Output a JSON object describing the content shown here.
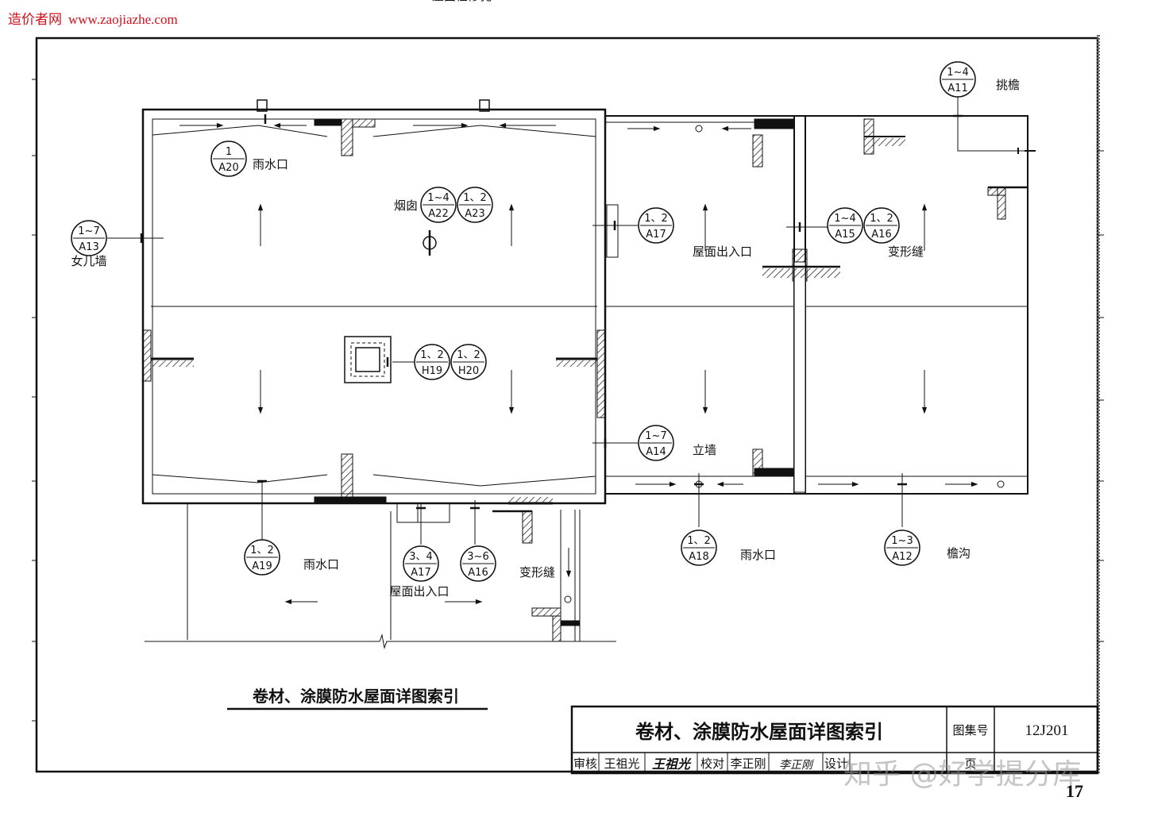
{
  "watermark": {
    "site_name": "造价者网",
    "site_url": "www.zaojiazhe.com",
    "overlay": "知乎 @好学提分库"
  },
  "drawing_title": "卷材、涂膜防水屋面详图索引",
  "title_block": {
    "title": "卷材、涂膜防水屋面详图索引",
    "atlas_label": "图集号",
    "atlas_number": "12J201",
    "reviewer_label": "审核",
    "reviewer_name": "王祖光",
    "reviewer_signature": "王祖光",
    "checker_label": "校对",
    "checker_name": "李正刚",
    "checker_signature": "李正刚",
    "designer_label": "设计",
    "page_label": "页"
  },
  "page_number": "17",
  "callouts": [
    {
      "top": "1",
      "bottom": "A20",
      "label": "雨水口"
    },
    {
      "top": "1~4",
      "bottom": "A22",
      "label": "烟囱"
    },
    {
      "top": "1、2",
      "bottom": "A23",
      "label": ""
    },
    {
      "top": "1~7",
      "bottom": "A13",
      "label": "女儿墙"
    },
    {
      "top": "1、2",
      "bottom": "A17",
      "label": "屋面出入口"
    },
    {
      "top": "1~4",
      "bottom": "A15",
      "label": ""
    },
    {
      "top": "1、2",
      "bottom": "A16",
      "label": "变形缝"
    },
    {
      "top": "1~4",
      "bottom": "A11",
      "label": "挑檐"
    },
    {
      "top": "1、2",
      "bottom": "H19",
      "label": "屋面检修孔"
    },
    {
      "top": "1、2",
      "bottom": "H20",
      "label": ""
    },
    {
      "top": "1~7",
      "bottom": "A14",
      "label": "立墙"
    },
    {
      "top": "1、2",
      "bottom": "A19",
      "label": "雨水口"
    },
    {
      "top": "3、4",
      "bottom": "A17",
      "label": "屋面出入口"
    },
    {
      "top": "3~6",
      "bottom": "A16",
      "label": "变形缝"
    },
    {
      "top": "1、2",
      "bottom": "A18",
      "label": "雨水口"
    },
    {
      "top": "1~3",
      "bottom": "A12",
      "label": "檐沟"
    }
  ]
}
